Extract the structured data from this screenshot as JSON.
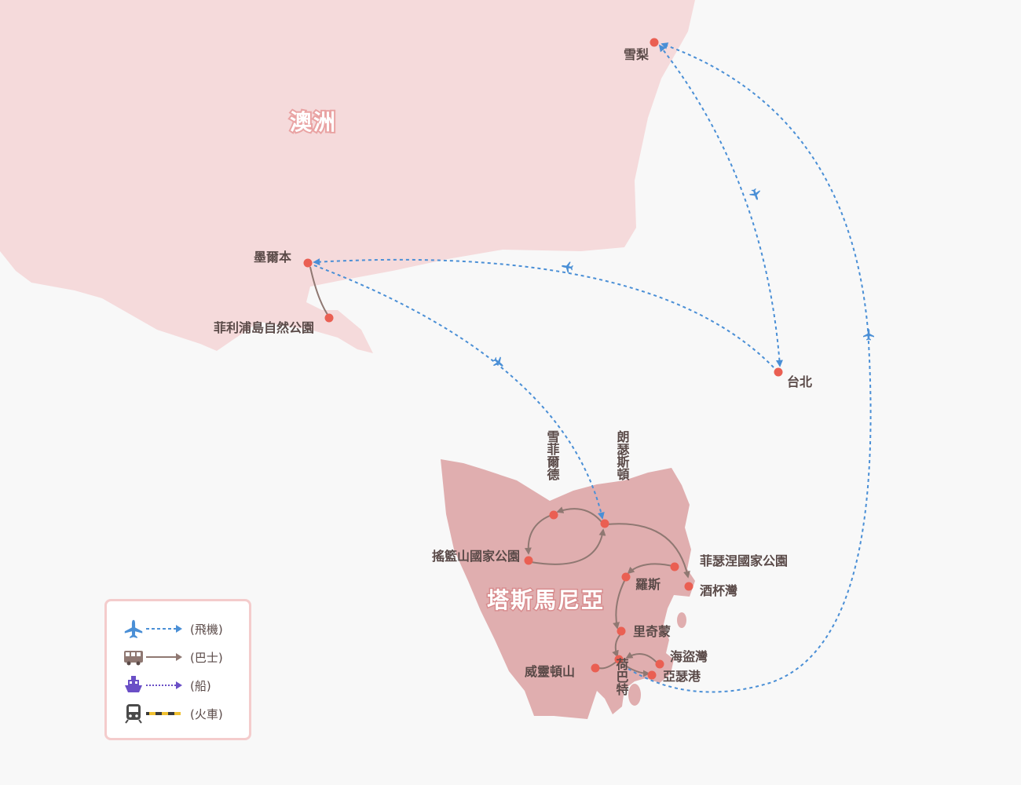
{
  "regions": {
    "australia": "澳洲",
    "tasmania": "塔斯馬尼亞"
  },
  "places": {
    "sydney": "雪梨",
    "melbourne": "墨爾本",
    "phillip_island": "菲利浦島自然公園",
    "taipei": "台北",
    "sheffield": "雪菲爾德",
    "launceston": "朗瑟斯頓",
    "cradle_mountain": "搖籃山國家公園",
    "freycinet": "菲瑟涅國家公園",
    "wineglass_bay": "酒杯灣",
    "ross": "羅斯",
    "richmond": "里奇蒙",
    "mount_wellington": "威靈頓山",
    "hobart": "荷巴特",
    "pirates_bay": "海盜灣",
    "port_arthur": "亞瑟港"
  },
  "legend": {
    "plane": "(飛機)",
    "bus": "(巴士)",
    "ship": "(船)",
    "train": "(火車)"
  },
  "colors": {
    "mainland": "#f5dadb",
    "tasmania": "#e0aeaf",
    "dot": "#ea5f52",
    "flight": "#4a8fd6",
    "bus": "#8f7872",
    "ship": "#6a4fc6",
    "train": "#f0c030"
  }
}
